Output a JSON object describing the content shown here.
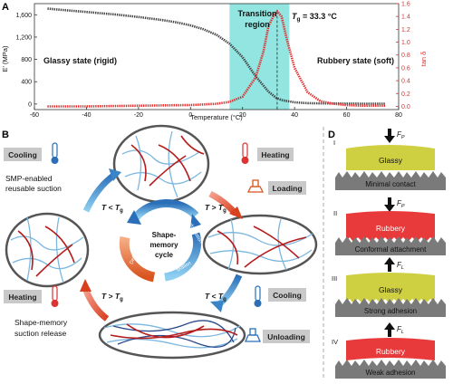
{
  "panel_a": {
    "letter": "A",
    "glassy_label": "Glassy state (rigid)",
    "rubbery_label": "Rubbery state (soft)",
    "transition_label_1": "Transition",
    "transition_label_2": "region",
    "tg_label": "T",
    "tg_sub": "g",
    "tg_value": " = 33.3 °C",
    "x_axis_title": "Temperature (°C)",
    "y_left_title": "E' (MPa)",
    "y_right_title": "tan δ",
    "colors": {
      "storage": "#444444",
      "tan": "#e03030",
      "band": "#7fe0dc"
    }
  },
  "chart_data": {
    "type": "line",
    "xlabel": "Temperature (°C)",
    "ylabel": "E' (MPa)",
    "y2label": "tan δ",
    "xlim": [
      -60,
      80
    ],
    "ylim": [
      -100,
      1800
    ],
    "y2lim": [
      -0.05,
      1.6
    ],
    "xticks": [
      -60,
      -40,
      -20,
      0,
      20,
      40,
      60,
      80
    ],
    "yticks": [
      0,
      400,
      800,
      1200,
      1600
    ],
    "y2ticks": [
      0.0,
      0.2,
      0.4,
      0.6,
      0.8,
      1.0,
      1.2,
      1.4,
      1.6
    ],
    "transition_region": [
      15,
      38
    ],
    "tg": 33.3,
    "series": [
      {
        "axis": "left",
        "color": "#444444",
        "x": [
          -55,
          -50,
          -45,
          -40,
          -35,
          -30,
          -25,
          -20,
          -15,
          -10,
          -5,
          0,
          5,
          10,
          15,
          20,
          25,
          30,
          33,
          35,
          40,
          45,
          50,
          55,
          60,
          65,
          70,
          75
        ],
        "y": [
          1710,
          1690,
          1670,
          1650,
          1630,
          1610,
          1585,
          1560,
          1530,
          1500,
          1460,
          1410,
          1340,
          1240,
          1080,
          840,
          500,
          220,
          110,
          70,
          30,
          15,
          10,
          8,
          7,
          6,
          5,
          5
        ]
      },
      {
        "axis": "right",
        "color": "#e03030",
        "x": [
          -55,
          -40,
          -20,
          0,
          10,
          15,
          20,
          25,
          28,
          30,
          32,
          33.3,
          35,
          37,
          40,
          45,
          50,
          55,
          60,
          65,
          70,
          75
        ],
        "y": [
          0.0,
          0.0,
          0.01,
          0.02,
          0.04,
          0.07,
          0.15,
          0.45,
          0.85,
          1.25,
          1.42,
          1.48,
          1.4,
          1.05,
          0.6,
          0.22,
          0.08,
          0.04,
          0.02,
          0.01,
          0.01,
          0.01
        ]
      }
    ]
  },
  "panel_b": {
    "letter": "B",
    "cooling_label": "Cooling",
    "heating_label": "Heating",
    "loading_label": "Loading",
    "unloading_label": "Unloading",
    "smp_text_1": "SMP-enabled",
    "smp_text_2": "reusable suction",
    "shape_memory_text_1": "Shape-memory",
    "shape_memory_text_2": "suction release",
    "cycle_1": "Shape-",
    "cycle_2": "memory",
    "cycle_3": "cycle",
    "arc_recovery": "Deformation recovery",
    "arc_deformation": "Deformation",
    "arc_fixation": "fixation",
    "t_symbol": "T",
    "tg_sub": "g",
    "cond_lt": " < ",
    "cond_gt": " > "
  },
  "panel_d": {
    "letter": "D",
    "stages": [
      {
        "roman": "I",
        "material": "Glassy",
        "force": "F",
        "force_sub": "P",
        "caption": "Minimal contact",
        "color": "#cfcf42"
      },
      {
        "roman": "II",
        "material": "Rubbery",
        "force": "F",
        "force_sub": "P",
        "caption": "Conformal attachment",
        "color": "#e83a3a"
      },
      {
        "roman": "III",
        "material": "Glassy",
        "force": "F",
        "force_sub": "L",
        "caption": "Strong adhesion",
        "color": "#cfcf42"
      },
      {
        "roman": "IV",
        "material": "Rubbery",
        "force": "F",
        "force_sub": "L",
        "caption": "Weak adhesion",
        "color": "#e83a3a"
      }
    ]
  }
}
